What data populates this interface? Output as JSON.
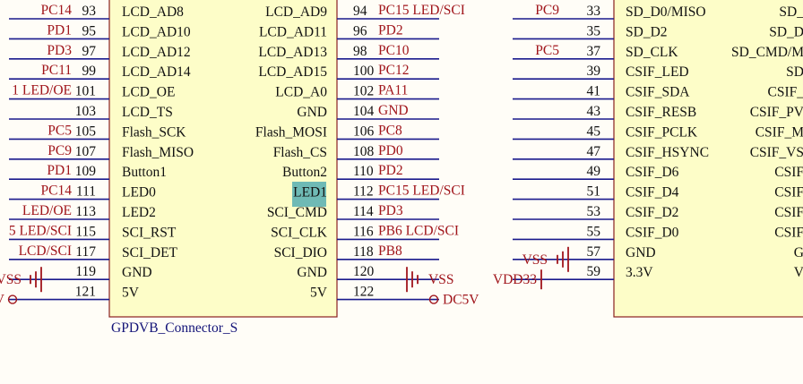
{
  "colors": {
    "background": "#fffdf7",
    "component_fill": "#fdfdc8",
    "component_border": "#8a2020",
    "wire": "#1a1a8c",
    "net_label": "#a0151b",
    "pin_text": "#111111",
    "highlight": "#5fb3b3"
  },
  "left_part": {
    "name": "GPDVB_Connector_S",
    "rows": [
      {
        "lnet": "PC14",
        "lnum": "93",
        "lpin": "LCD_AD8",
        "rpin": "LCD_AD9",
        "rnum": "94",
        "rnet": "PC15  LED/SCI"
      },
      {
        "lnet": "PD1",
        "lnum": "95",
        "lpin": "LCD_AD10",
        "rpin": "LCD_AD11",
        "rnum": "96",
        "rnet": "PD2"
      },
      {
        "lnet": "PD3",
        "lnum": "97",
        "lpin": "LCD_AD12",
        "rpin": "LCD_AD13",
        "rnum": "98",
        "rnet": "PC10"
      },
      {
        "lnet": "PC11",
        "lnum": "99",
        "lpin": "LCD_AD14",
        "rpin": "LCD_AD15",
        "rnum": "100",
        "rnet": "PC12"
      },
      {
        "lnet": "1  LED/OE",
        "lnum": "101",
        "lpin": "LCD_OE",
        "rpin": "LCD_A0",
        "rnum": "102",
        "rnet": "PA11"
      },
      {
        "lnet": "",
        "lnum": "103",
        "lpin": "LCD_TS",
        "rpin": "GND",
        "rnum": "104",
        "rnet": "GND"
      },
      {
        "lnet": "PC5",
        "lnum": "105",
        "lpin": "Flash_SCK",
        "rpin": "Flash_MOSI",
        "rnum": "106",
        "rnet": "PC8"
      },
      {
        "lnet": "PC9",
        "lnum": "107",
        "lpin": "Flash_MISO",
        "rpin": "Flash_CS",
        "rnum": "108",
        "rnet": "PD0"
      },
      {
        "lnet": "PD1",
        "lnum": "109",
        "lpin": "Button1",
        "rpin": "Button2",
        "rnum": "110",
        "rnet": "PD2"
      },
      {
        "lnet": "PC14",
        "lnum": "111",
        "lpin": "LED0",
        "rpin": "LED1",
        "rnum": "112",
        "rnet": "PC15  LED/SCI"
      },
      {
        "lnet": "LED/OE",
        "lnum": "113",
        "lpin": "LED2",
        "rpin": "SCI_CMD",
        "rnum": "114",
        "rnet": "PD3"
      },
      {
        "lnet": "5  LED/SCI",
        "lnum": "115",
        "lpin": "SCI_RST",
        "rpin": "SCI_CLK",
        "rnum": "116",
        "rnet": "PB6  LCD/SCI"
      },
      {
        "lnet": "LCD/SCI",
        "lnum": "117",
        "lpin": "SCI_DET",
        "rpin": "SCI_DIO",
        "rnum": "118",
        "rnet": "PB8"
      },
      {
        "lnet": "",
        "lnum": "119",
        "lpin": "GND",
        "rpin": "GND",
        "rnum": "120",
        "rnet": ""
      },
      {
        "lnet": "",
        "lnum": "121",
        "lpin": "5V",
        "rpin": "5V",
        "rnum": "122",
        "rnet": ""
      }
    ],
    "left_power": {
      "gnd_label": "VSS",
      "v_label": "V"
    },
    "right_power": {
      "gnd_label": "VSS",
      "v_label": "DC5V"
    }
  },
  "right_part": {
    "rows": [
      {
        "lnet": "PC9",
        "lnum": "33",
        "lpin": "SD_D0/MISO",
        "rpin": "SD_"
      },
      {
        "lnet": "",
        "lnum": "35",
        "lpin": "SD_D2",
        "rpin": "SD_D"
      },
      {
        "lnet": "PC5",
        "lnum": "37",
        "lpin": "SD_CLK",
        "rpin": "SD_CMD/M"
      },
      {
        "lnet": "",
        "lnum": "39",
        "lpin": "CSIF_LED",
        "rpin": "SD"
      },
      {
        "lnet": "",
        "lnum": "41",
        "lpin": "CSIF_SDA",
        "rpin": "CSIF_"
      },
      {
        "lnet": "",
        "lnum": "43",
        "lpin": "CSIF_RESB",
        "rpin": "CSIF_PV"
      },
      {
        "lnet": "",
        "lnum": "45",
        "lpin": "CSIF_PCLK",
        "rpin": "CSIF_M"
      },
      {
        "lnet": "",
        "lnum": "47",
        "lpin": "CSIF_HSYNC",
        "rpin": "CSIF_VS"
      },
      {
        "lnet": "",
        "lnum": "49",
        "lpin": "CSIF_D6",
        "rpin": "CSIF"
      },
      {
        "lnet": "",
        "lnum": "51",
        "lpin": "CSIF_D4",
        "rpin": "CSIF"
      },
      {
        "lnet": "",
        "lnum": "53",
        "lpin": "CSIF_D2",
        "rpin": "CSIF"
      },
      {
        "lnet": "",
        "lnum": "55",
        "lpin": "CSIF_D0",
        "rpin": "CSIF"
      },
      {
        "lnet": "",
        "lnum": "57",
        "lpin": "GND",
        "rpin": "G"
      },
      {
        "lnet": "",
        "lnum": "59",
        "lpin": "3.3V",
        "rpin": "V"
      }
    ],
    "gnd_label": "VSS",
    "v_label": "VDD33"
  }
}
